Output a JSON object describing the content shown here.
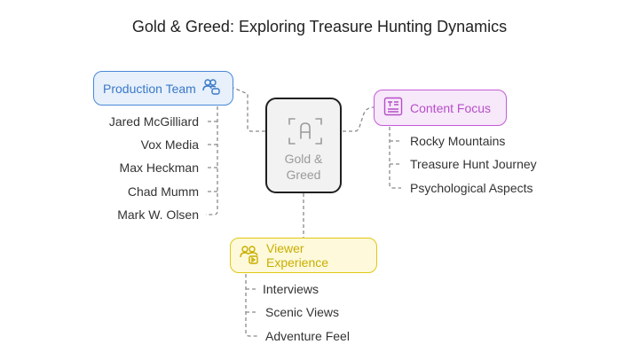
{
  "title": "Gold & Greed: Exploring Treasure Hunting Dynamics",
  "center": {
    "label_line1": "Gold &",
    "label_line2": "Greed",
    "icon": "document-a-icon"
  },
  "production": {
    "label": "Production Team",
    "icon": "team-people-icon",
    "color": "#4a88d8",
    "items": [
      "Jared McGilliard",
      "Vox Media",
      "Max Heckman",
      "Chad Mumm",
      "Mark W. Olsen"
    ]
  },
  "content": {
    "label": "Content Focus",
    "icon": "text-document-icon",
    "color": "#c45cd6",
    "items": [
      "Rocky Mountains",
      "Treasure Hunt Journey",
      "Psychological Aspects"
    ]
  },
  "viewer": {
    "label": "Viewer Experience",
    "icon": "viewers-icon",
    "color": "#e0c814",
    "items": [
      "Interviews",
      "Scenic Views",
      "Adventure Feel"
    ]
  }
}
